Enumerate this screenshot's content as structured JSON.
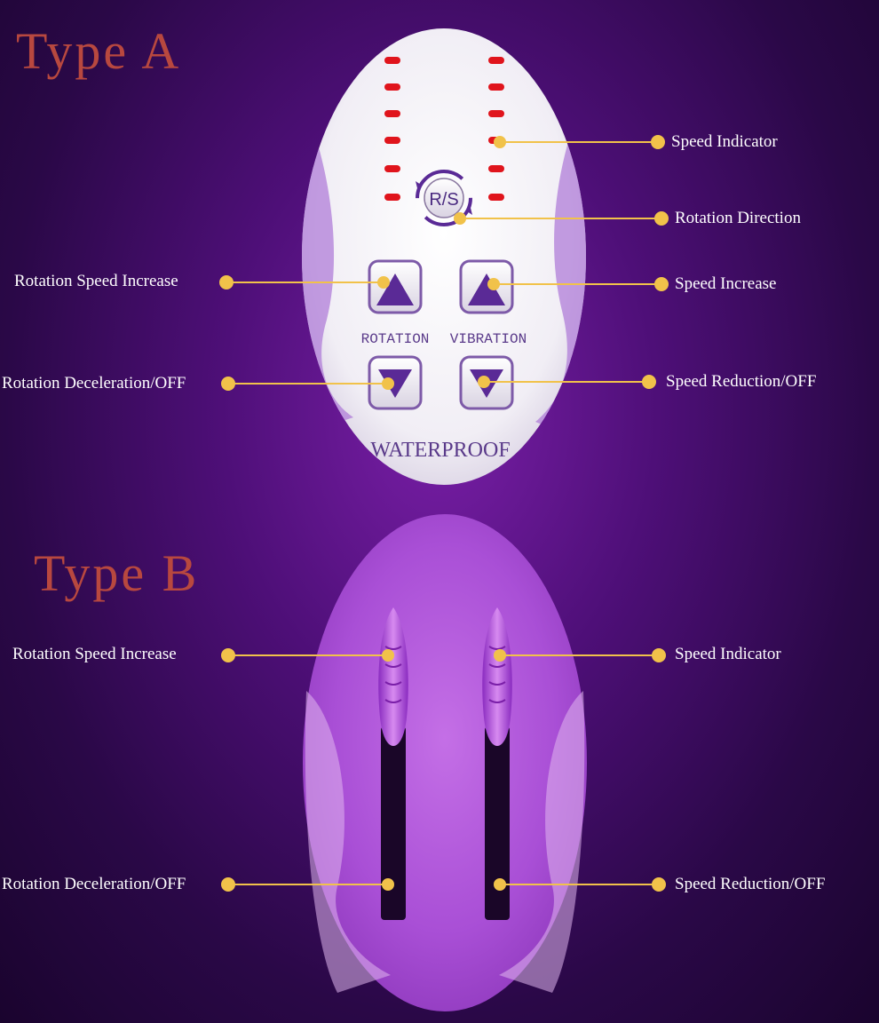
{
  "type_a": {
    "title": "Type A",
    "remote": {
      "center_button": "R/S",
      "rotation_label": "ROTATION",
      "vibration_label": "VIBRATION",
      "footer_label": "WATERPROOF"
    },
    "callouts": {
      "speed_indicator": "Speed Indicator",
      "rotation_direction": "Rotation Direction",
      "rotation_speed_increase": "Rotation Speed Increase",
      "speed_increase": "Speed Increase",
      "rotation_deceleration_off": "Rotation Deceleration/OFF",
      "speed_reduction_off": "Speed Reduction/OFF"
    }
  },
  "type_b": {
    "title": "Type B",
    "callouts": {
      "rotation_speed_increase": "Rotation Speed Increase",
      "speed_indicator": "Speed Indicator",
      "rotation_deceleration_off": "Rotation Deceleration/OFF",
      "speed_reduction_off": "Speed Reduction/OFF"
    }
  },
  "colors": {
    "title": "#b8483f",
    "callout_line": "#f1c24a",
    "led": "#e0141c",
    "button_purple": "#5a2a96"
  }
}
